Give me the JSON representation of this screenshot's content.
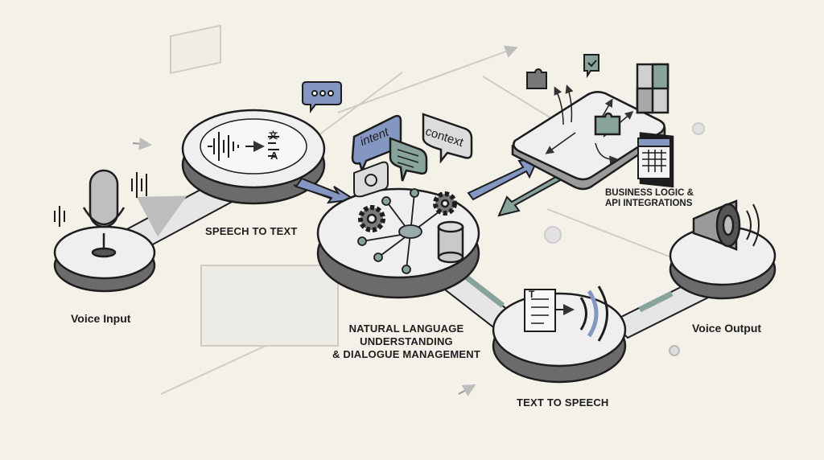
{
  "stages": {
    "voice_input": "Voice Input",
    "speech_to_text": "SPEECH TO TEXT",
    "nlu": [
      "NATURAL LANGUAGE",
      "UNDERSTANDING",
      "& DIALOGUE MANAGEMENT"
    ],
    "business_logic": [
      "BUSINESS LOGIC &",
      "API INTEGRATIONS"
    ],
    "text_to_speech": "TEXT TO SPEECH",
    "voice_output": "Voice Output"
  },
  "bubbles": {
    "intent": "intent",
    "context": "context"
  },
  "stt_glyphs": {
    "source": "文",
    "target": "A"
  },
  "tts_glyph": "T",
  "colors": {
    "background": "#f4f1e9",
    "blue": "#8496c2",
    "green": "#87a39c",
    "outline": "#1d1d1d",
    "platform": "#eeeeee",
    "side": "#b9b9b9"
  }
}
